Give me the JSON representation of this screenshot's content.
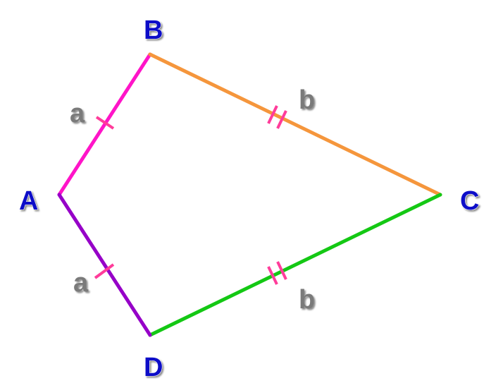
{
  "vertices": {
    "A": "A",
    "B": "B",
    "C": "C",
    "D": "D"
  },
  "side_labels": {
    "AB": "a",
    "AD": "a",
    "BC": "b",
    "DC": "b"
  },
  "colors": {
    "side_AB": "#ff14c8",
    "side_BC": "#f5963c",
    "side_CD": "#14c814",
    "side_DA": "#9600c8",
    "tick": "#ff3c9a",
    "vertex_label": "#1010c8",
    "side_label": "#7a7a7a"
  }
}
